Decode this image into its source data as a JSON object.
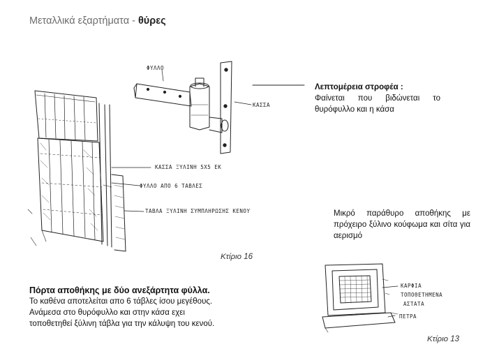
{
  "header": {
    "title_main": "Μεταλλικά εξαρτήματα - ",
    "title_bold": "θύρες"
  },
  "hinge_detail": {
    "heading": "Λεπτομέρεια στροφέα :",
    "text": "Φαίνεται που βιδώνεται το θυρόφυλλο και η κάσα",
    "sketch_labels": {
      "leaf": "ΦΥΛΛΟ",
      "frame": "ΚΑΣΣΑ"
    }
  },
  "door_sketch": {
    "labels": [
      "ΚΑΣΣΑ ΞΥΛΙΝΗ 5Χ5 ΕΚ",
      "ΦΥΛΛΟ ΑΠΟ 6 ΤΑΒΛΕΣ",
      "ΤΑΒΛΑ ΞΥΛΙΝΗ ΣΥΜΠΛΗΡΩΣΗΣ ΚΕΝΟΥ"
    ],
    "caption": "Κτίριο 16"
  },
  "window_block": {
    "text": "Μικρό παράθυρο αποθήκης με πρόχειρο ξύλινο κούφωμα και σίτα για αερισμό",
    "labels": [
      "ΚΑΡΦΙΑ",
      "ΤΟΠΟΘΕΤΗΜΕΝΑ",
      "ΑΣΤΑΤΑ",
      "ΠΕΤΡΑ"
    ],
    "caption": "Κτίριο 13"
  },
  "door_block": {
    "heading": "Πόρτα αποθήκης με δύο ανεξάρτητα φύλλα.",
    "line1": "Το καθένα αποτελείται απο 6 τάβλες ίσου μεγέθους.",
    "line2": "Ανάμεσα στο θυρόφυλλο και στην κάσα εχει",
    "line3": "τοποθετηθεί ξύλινη τάβλα για την κάλυψη του κενού."
  }
}
